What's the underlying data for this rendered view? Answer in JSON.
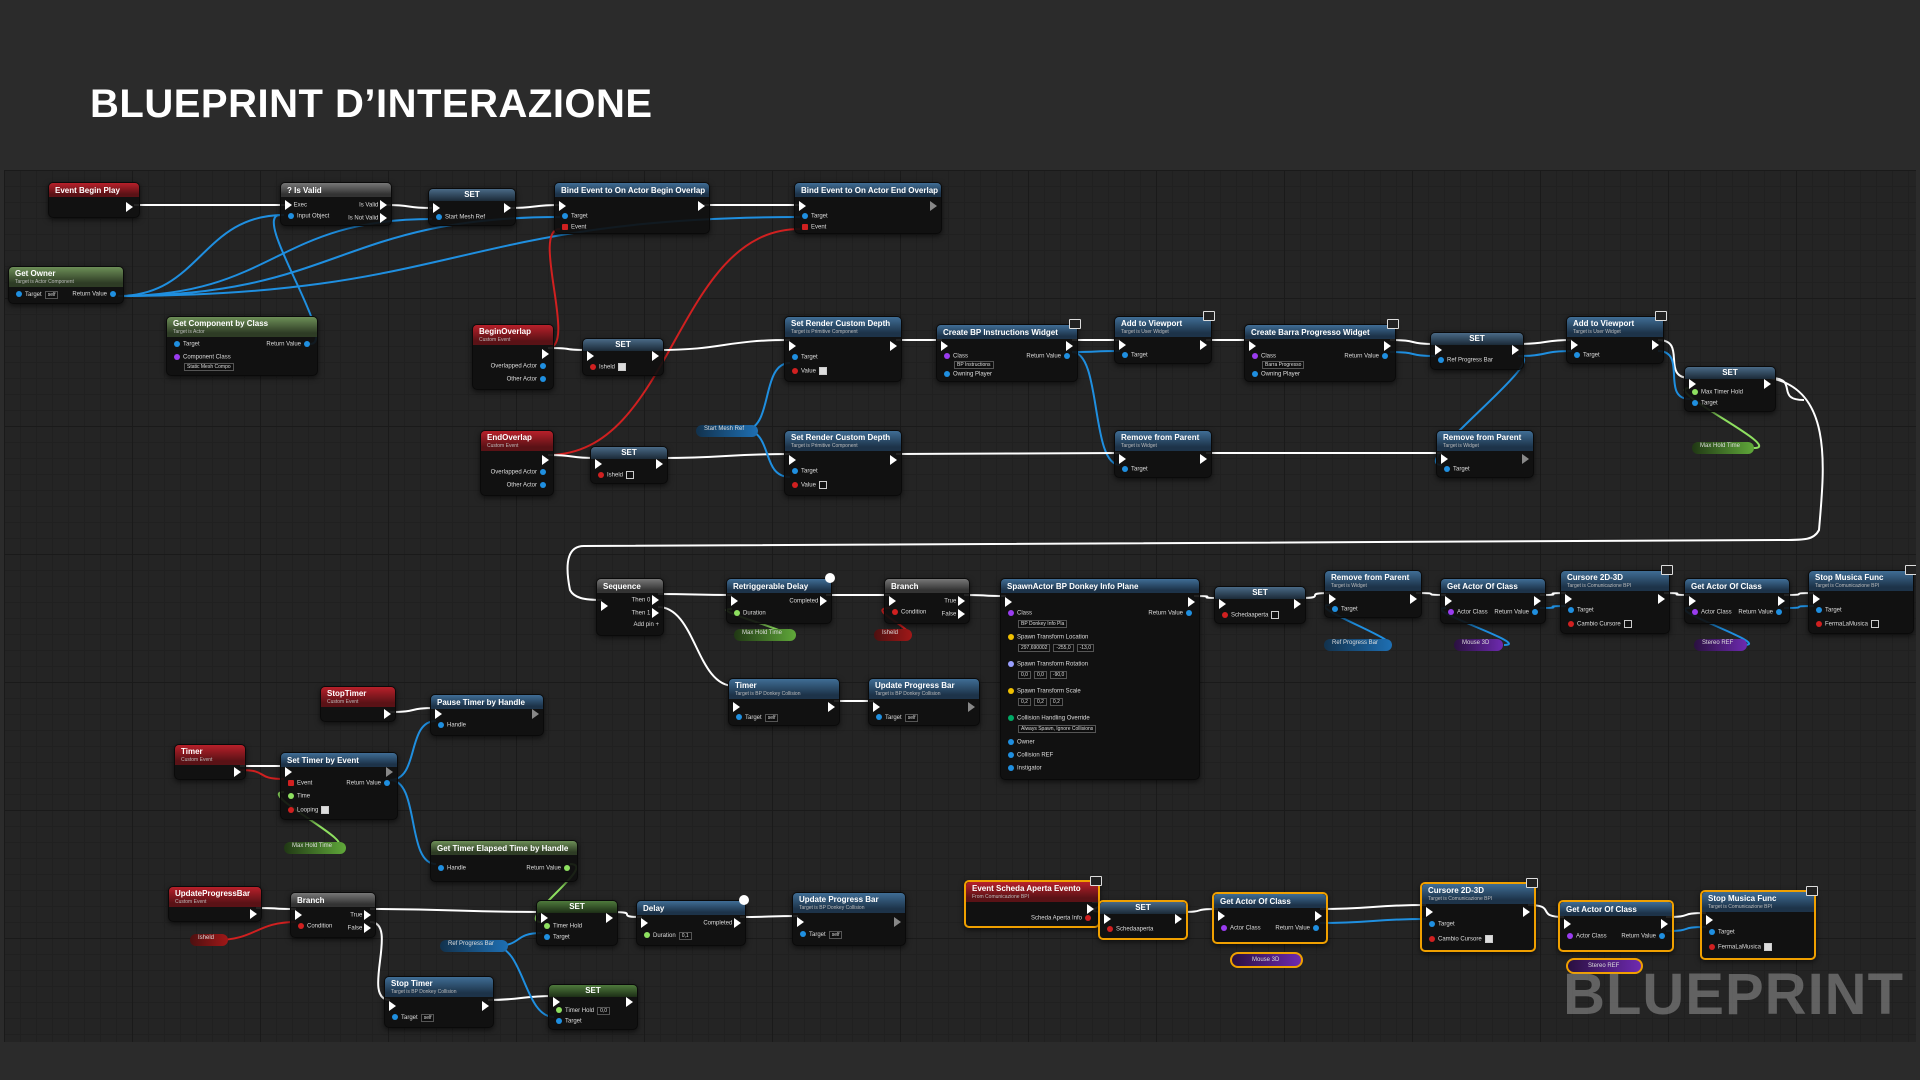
{
  "slide": {
    "title": "BLUEPRINT D’INTERAZIONE"
  },
  "watermark": "BLUEPRINT",
  "colors": {
    "exec": "#ffffff",
    "object": "#1f8fe0",
    "bool": "#d02020",
    "float": "#8ee060",
    "class": "#9a3cf0",
    "event_header": "#b8202a",
    "function_header": "#3f6d95",
    "pure_header": "#6d8f57",
    "highlight": "#f0a000"
  },
  "nodes": {
    "event_begin_play": {
      "title": "Event Begin Play"
    },
    "is_valid": {
      "title": "? Is Valid",
      "exec": "Exec",
      "input": "Input Object",
      "is_valid": "Is Valid",
      "is_not_valid": "Is Not Valid"
    },
    "set_mesh": {
      "title": "SET",
      "pin": "Start Mesh Ref"
    },
    "bind_begin": {
      "title": "Bind Event to On Actor Begin Overlap",
      "target": "Target",
      "event": "Event"
    },
    "bind_end": {
      "title": "Bind Event to On Actor End Overlap",
      "target": "Target",
      "event": "Event"
    },
    "get_owner": {
      "title": "Get Owner",
      "sub": "Target is Actor Component",
      "target": "Target",
      "self": "self",
      "ret": "Return Value"
    },
    "get_component": {
      "title": "Get Component by Class",
      "sub": "Target is Actor",
      "target": "Target",
      "ret": "Return Value",
      "cclass": "Component Class",
      "cval": "Static Mesh Compo"
    },
    "begin_overlap": {
      "title": "BeginOverlap",
      "sub": "Custom Event",
      "overlapped": "Overlapped Actor",
      "other": "Other Actor"
    },
    "set_held1": {
      "title": "SET",
      "pin": "Isheld"
    },
    "end_overlap": {
      "title": "EndOverlap",
      "sub": "Custom Event",
      "overlapped": "Overlapped Actor",
      "other": "Other Actor"
    },
    "set_held2": {
      "title": "SET",
      "pin": "Isheld"
    },
    "start_mesh_ref": {
      "label": "Start Mesh Ref"
    },
    "render_depth1": {
      "title": "Set Render Custom Depth",
      "sub": "Target is Primitive Component",
      "target": "Target",
      "value": "Value"
    },
    "render_depth2": {
      "title": "Set Render Custom Depth",
      "sub": "Target is Primitive Component",
      "target": "Target",
      "value": "Value"
    },
    "create_widget1": {
      "title": "Create BP Instructions Widget",
      "cls": "Class",
      "cval": "BP Instructions",
      "ret": "Return Value",
      "owning": "Owning Player"
    },
    "add_viewport1": {
      "title": "Add to Viewport",
      "sub": "Target is User Widget",
      "target": "Target"
    },
    "remove_parent1": {
      "title": "Remove from Parent",
      "sub": "Target is Widget",
      "target": "Target"
    },
    "create_widget2": {
      "title": "Create Barra Progresso Widget",
      "cls": "Class",
      "cval": "Barra Progresso",
      "ret": "Return Value",
      "owning": "Owning Player"
    },
    "set_progress": {
      "title": "SET",
      "pin": "Ref Progress Bar"
    },
    "remove_parent2": {
      "title": "Remove from Parent",
      "sub": "Target is Widget",
      "target": "Target"
    },
    "add_viewport2": {
      "title": "Add to Viewport",
      "sub": "Target is User Widget",
      "target": "Target"
    },
    "set_maxhold": {
      "title": "SET",
      "p1": "Max Timer Hold",
      "p2": "Target"
    },
    "max_hold_var1": {
      "label": "Max Hold Time"
    },
    "sequence": {
      "title": "Sequence",
      "then0": "Then 0",
      "then1": "Then 1",
      "addpin": "Add pin"
    },
    "retrig_delay": {
      "title": "Retriggerable Delay",
      "duration": "Duration",
      "completed": "Completed"
    },
    "max_hold_var2": {
      "label": "Max Hold Time"
    },
    "branch1": {
      "title": "Branch",
      "cond": "Condition",
      "t": "True",
      "f": "False"
    },
    "isheld_var1": {
      "label": "Isheld"
    },
    "timer_call": {
      "title": "Timer",
      "sub": "Target is BP Donkey Collision",
      "target": "Target",
      "self": "self"
    },
    "update_pb1": {
      "title": "Update Progress Bar",
      "sub": "Target is BP Donkey Collision",
      "target": "Target",
      "self": "self"
    },
    "spawn_actor": {
      "title": "SpawnActor BP Donkey Info Plane",
      "cls": "Class",
      "cval": "BP Donkey Info Pla",
      "ret": "Return Value",
      "loc": "Spawn Transform Location",
      "lx": "297,690002",
      "ly": "-255,0",
      "lz": "-13,0",
      "rot": "Spawn Transform Rotation",
      "rx": "0,0",
      "ry": "0,0",
      "rz": "-90,0",
      "scale": "Spawn Transform Scale",
      "sx": "0,2",
      "sy": "0,2",
      "sz": "0,2",
      "collision": "Collision Handling Override",
      "cvalue": "Always Spawn, Ignore Collisions",
      "owner": "Owner",
      "collref": "Collision REF",
      "instigator": "Instigator"
    },
    "set_scheda1": {
      "title": "SET",
      "pin": "Schedaaperta"
    },
    "remove_parent3": {
      "title": "Remove from Parent",
      "sub": "Target is Widget",
      "target": "Target"
    },
    "ref_pb_var1": {
      "label": "Ref Progress Bar"
    },
    "get_actor1": {
      "title": "Get Actor Of Class",
      "aclass": "Actor Class",
      "ret": "Return Value"
    },
    "mouse3d_var1": {
      "label": "Mouse 3D"
    },
    "cursore1": {
      "title": "Cursore 2D-3D",
      "sub": "Target is Comunicazione BPI",
      "target": "Target",
      "cambio": "Cambio Cursore"
    },
    "get_actor2": {
      "title": "Get Actor Of Class",
      "aclass": "Actor Class",
      "ret": "Return Value"
    },
    "stereo_var1": {
      "label": "Stereo REF"
    },
    "stop_music1": {
      "title": "Stop Musica Func",
      "sub": "Target is Comunicazione BPI",
      "target": "Target",
      "ferma": "FermaLaMusica"
    },
    "stoptimer_event": {
      "title": "StopTimer",
      "sub": "Custom Event"
    },
    "pause_timer": {
      "title": "Pause Timer by Handle",
      "handle": "Handle"
    },
    "timer_event": {
      "title": "Timer",
      "sub": "Custom Event"
    },
    "set_timer_event": {
      "title": "Set Timer by Event",
      "event": "Event",
      "time": "Time",
      "looping": "Looping",
      "ret": "Return Value"
    },
    "max_hold_var3": {
      "label": "Max Hold Time"
    },
    "get_elapsed": {
      "title": "Get Timer Elapsed Time by Handle",
      "handle": "Handle",
      "ret": "Return Value"
    },
    "update_event": {
      "title": "UpdateProgressBar",
      "sub": "Custom Event"
    },
    "branch2": {
      "title": "Branch",
      "cond": "Condition",
      "t": "True",
      "f": "False"
    },
    "isheld_var2": {
      "label": "Isheld"
    },
    "set_timerhold1": {
      "title": "SET",
      "p1": "Timer Hold",
      "p2": "Target"
    },
    "ref_pb_var2": {
      "label": "Ref Progress Bar"
    },
    "delay": {
      "title": "Delay",
      "duration": "Duration",
      "dval": "0,1",
      "completed": "Completed"
    },
    "update_pb2": {
      "title": "Update Progress Bar",
      "sub": "Target is BP Donkey Collision",
      "target": "Target",
      "self": "self"
    },
    "stop_timer_call": {
      "title": "Stop Timer",
      "sub": "Target is BP Donkey Collision",
      "target": "Target",
      "self": "self"
    },
    "set_timerhold2": {
      "title": "SET",
      "p1": "Timer Hold",
      "val": "0,0",
      "p2": "Target"
    },
    "event_scheda": {
      "title": "Event Scheda Aperta Evento",
      "sub": "From Comunicazione BPI",
      "pin": "Scheda Aperta Info"
    },
    "set_scheda2": {
      "title": "SET",
      "pin": "Schedaaperta"
    },
    "get_actor3": {
      "title": "Get Actor Of Class",
      "aclass": "Actor Class",
      "ret": "Return Value"
    },
    "mouse3d_var2": {
      "label": "Mouse 3D"
    },
    "cursore2": {
      "title": "Cursore 2D-3D",
      "sub": "Target is Comunicazione BPI",
      "target": "Target",
      "cambio": "Cambio Cursore"
    },
    "get_actor4": {
      "title": "Get Actor Of Class",
      "aclass": "Actor Class",
      "ret": "Return Value"
    },
    "stereo_var2": {
      "label": "Stereo REF"
    },
    "stop_music2": {
      "title": "Stop Musica Func",
      "sub": "Target is Comunicazione BPI",
      "target": "Target",
      "ferma": "FermaLaMusica"
    }
  }
}
